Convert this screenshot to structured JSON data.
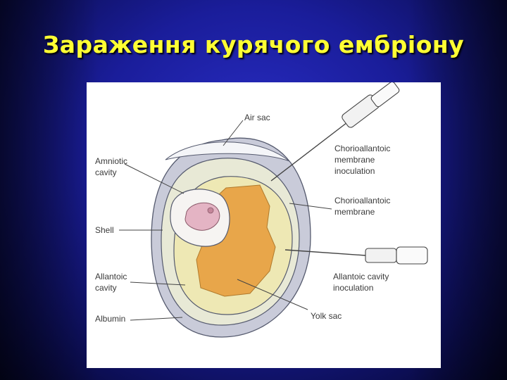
{
  "slide": {
    "title": "Зараження курячого ембріону"
  },
  "diagram": {
    "labels": {
      "air_sac": "Air sac",
      "amniotic_cavity": [
        "Amniotic",
        "cavity"
      ],
      "shell": "Shell",
      "allantoic_cavity": [
        "Allantoic",
        "cavity"
      ],
      "albumin": "Albumin",
      "cam_inoculation": [
        "Chorioallantoic",
        "membrane",
        "inoculation"
      ],
      "cam": [
        "Chorioallantoic",
        "membrane"
      ],
      "allantoic_inoculation": [
        "Allantoic cavity",
        "inoculation"
      ],
      "yolk_sac": "Yolk sac"
    },
    "colors": {
      "shell": "#c9cbd9",
      "albumin": "#e8e9d6",
      "allantoic": "#eee8b4",
      "yolk": "#e8a64a",
      "embryo": "#e4b4c4",
      "membrane": "#555a6e"
    }
  }
}
